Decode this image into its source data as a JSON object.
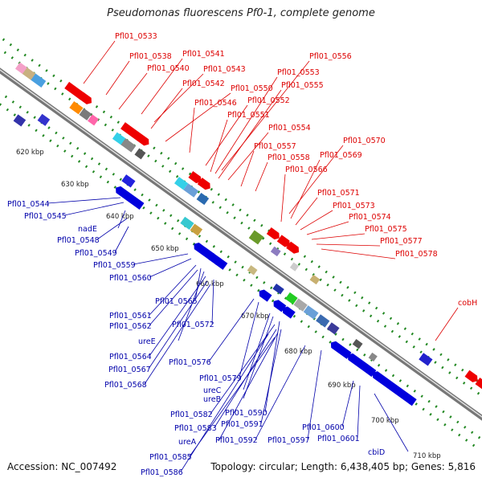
{
  "title": "Pseudomonas fluorescens Pf0-1, complete genome",
  "footer": {
    "accession": "Accession: NC_007492",
    "topology": "Topology: circular; Length: 6,438,405 bp; Genes: 5,816"
  },
  "colors": {
    "forward_label": "#dd0000",
    "reverse_label": "#0000aa",
    "forward_gene": "#ee0000",
    "reverse_gene": "#0000dd",
    "backbone": "#999999",
    "tick": "#228822"
  },
  "kbp_ticks": [
    "620 kbp",
    "630 kbp",
    "640 kbp",
    "650 kbp",
    "660 kbp",
    "670 kbp",
    "680 kbp",
    "690 kbp",
    "700 kbp",
    "710 kbp"
  ],
  "forward_labels": [
    "Pfl01_0533",
    "Pfl01_0538",
    "Pfl01_0541",
    "Pfl01_0540",
    "Pfl01_0543",
    "Pfl01_0542",
    "Pfl01_0556",
    "Pfl01_0553",
    "Pfl01_0550",
    "Pfl01_0555",
    "Pfl01_0552",
    "Pfl01_0546",
    "Pfl01_0551",
    "Pfl01_0554",
    "Pfl01_0570",
    "Pfl01_0557",
    "Pfl01_0569",
    "Pfl01_0558",
    "Pfl01_0566",
    "Pfl01_0571",
    "Pfl01_0573",
    "Pfl01_0574",
    "Pfl01_0575",
    "Pfl01_0577",
    "Pfl01_0578",
    "cobH"
  ],
  "reverse_labels": [
    "Pfl01_0544",
    "Pfl01_0545",
    "nadE",
    "Pfl01_0548",
    "Pfl01_0549",
    "Pfl01_0559",
    "Pfl01_0560",
    "Pfl01_0565",
    "Pfl01_0561",
    "Pfl01_0562",
    "Pfl01_0572",
    "ureE",
    "Pfl01_0564",
    "Pfl01_0567",
    "Pfl01_0568",
    "Pfl01_0576",
    "Pfl01_0579",
    "ureC",
    "ureB",
    "Pfl01_0590",
    "Pfl01_0582",
    "Pfl01_0591",
    "Pfl01_0583",
    "Pfl01_0592",
    "Pfl01_0597",
    "Pfl01_0600",
    "Pfl01_0601",
    "ureA",
    "cbiD",
    "Pfl01_0585",
    "Pfl01_0586"
  ]
}
